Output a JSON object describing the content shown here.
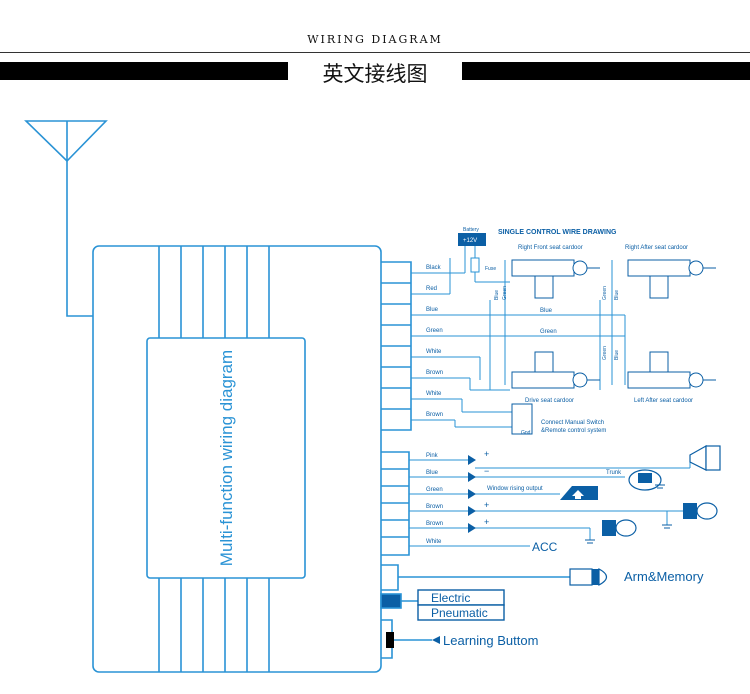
{
  "header": {
    "title_en": "WIRING DIAGRAM",
    "title_cn": "英文接线图"
  },
  "main_unit": {
    "label": "Multi-function wiring diagram"
  },
  "door_lock_section": {
    "title": "SINGLE CONTROL WIRE DRAWING",
    "battery": {
      "label": "Battery",
      "voltage": "+12V",
      "fuse": "Fuse"
    },
    "wires": [
      "Black",
      "Red",
      "Blue",
      "Green",
      "White",
      "Brown",
      "White",
      "Brown"
    ],
    "actuators": {
      "right_front": "Right Front seat cardoor",
      "right_after": "Right After seat cardoor",
      "drive": "Drive seat cardoor",
      "left_after": "Left After seat cardoor"
    },
    "actuator_wire_labels": {
      "blue": "Blue",
      "green": "Green"
    },
    "trunk_line_blue": "Blue",
    "trunk_line_green": "Green",
    "switch_note_1": "Connect Manual Switch",
    "switch_note_2": "&Remote control system",
    "ground": "Gnd"
  },
  "output_section": {
    "wires": [
      "Pink",
      "Blue",
      "Green",
      "Brown",
      "Brown",
      "White"
    ],
    "signs": [
      "+",
      "−",
      "",
      "+",
      "+",
      ""
    ],
    "trunk": "Trunk",
    "window_output": "Window rising output",
    "acc": "ACC",
    "arm_memory": "Arm&Memory",
    "electric": "Electric",
    "pneumatic": "Pneumatic",
    "learning": "Learning Buttom"
  },
  "colors": {
    "diagram_blue": "#2a93d5",
    "dark_blue": "#0b5fa5",
    "black": "#000000"
  }
}
